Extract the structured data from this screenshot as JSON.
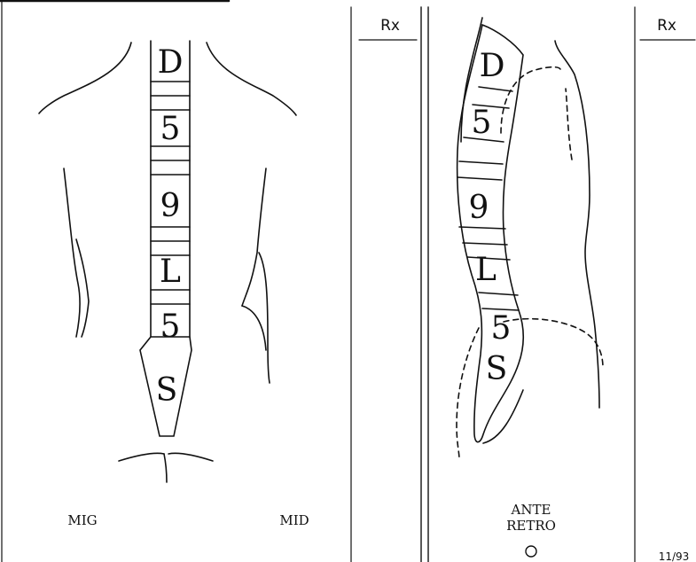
{
  "back_view": {
    "rx_label": "Rx",
    "spine_letters": [
      "D",
      "5",
      "9",
      "L",
      "5",
      "S"
    ],
    "left_label": "MIG",
    "right_label": "MID"
  },
  "side_view": {
    "rx_label": "Rx",
    "spine_letters": [
      "D",
      "5",
      "9",
      "L",
      "5",
      "S"
    ],
    "footer_line1": "ANTE",
    "footer_line2": "RETRO"
  },
  "form_code": "11/93",
  "colors": {
    "ink": "#111111",
    "paper": "#ffffff"
  }
}
